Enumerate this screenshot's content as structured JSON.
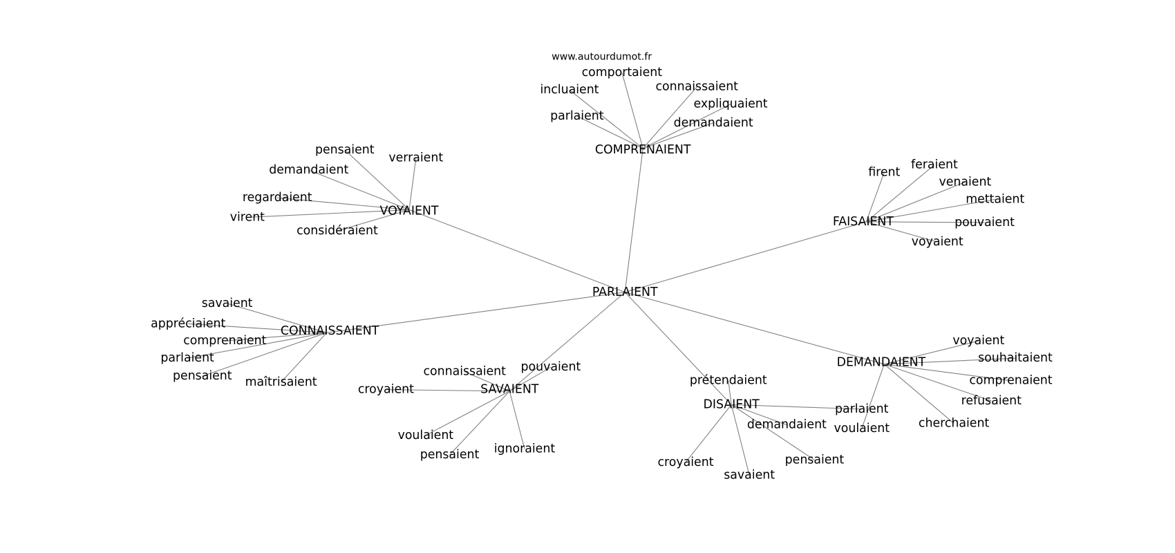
{
  "title": "www.autourdumot.fr",
  "colors": {
    "edge": "#808080",
    "text": "#000000",
    "background": "#ffffff"
  },
  "graph": {
    "center": "PARLAIENT",
    "clusters": [
      {
        "hub": "COMPRENAIENT",
        "leaves": [
          "incluaient",
          "comportaient",
          "connaissaient",
          "expliquaient",
          "demandaient",
          "parlaient"
        ]
      },
      {
        "hub": "VOYAIENT",
        "leaves": [
          "pensaient",
          "verraient",
          "demandaient",
          "regardaient",
          "virent",
          "considéraient"
        ]
      },
      {
        "hub": "FAISAIENT",
        "leaves": [
          "firent",
          "feraient",
          "venaient",
          "mettaient",
          "pouvaient",
          "voyaient"
        ]
      },
      {
        "hub": "CONNAISSAIENT",
        "leaves": [
          "savaient",
          "appréciaient",
          "comprenaient",
          "parlaient",
          "pensaient",
          "maîtrisaient"
        ]
      },
      {
        "hub": "SAVAIENT",
        "leaves": [
          "pouvaient",
          "connaissaient",
          "croyaient",
          "voulaient",
          "pensaient",
          "ignoraient"
        ]
      },
      {
        "hub": "DISAIENT",
        "leaves": [
          "prétendaient",
          "demandaient",
          "parlaient",
          "croyaient",
          "savaient",
          "pensaient"
        ]
      },
      {
        "hub": "DEMANDAIENT",
        "leaves": [
          "voyaient",
          "souhaitaient",
          "comprenaient",
          "refusaient",
          "cherchaient",
          "voulaient"
        ]
      }
    ]
  }
}
